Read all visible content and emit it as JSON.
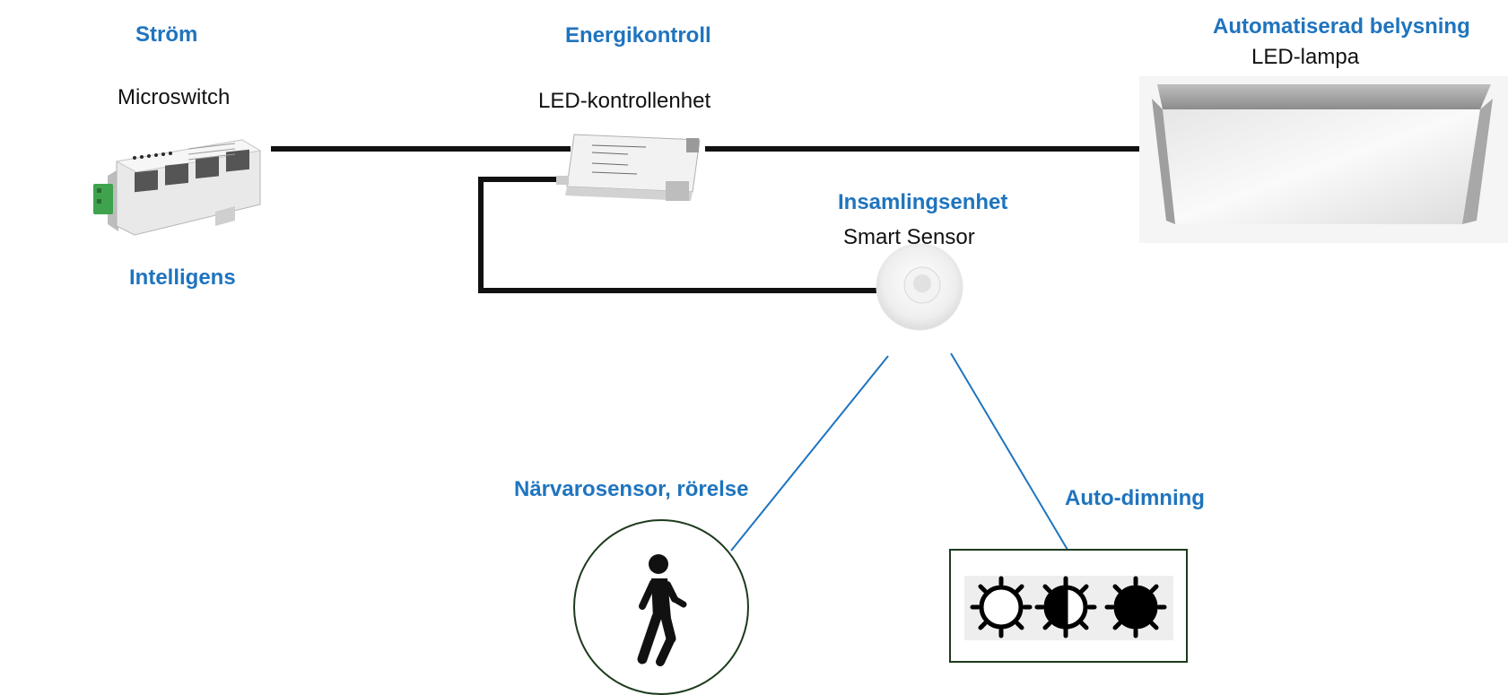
{
  "colors": {
    "accent": "#1f74be",
    "wire": "#111111",
    "sensor_link": "#1f74be",
    "icon_frame": "#1c3a1c"
  },
  "power": {
    "heading": "Ström",
    "device": "Microswitch",
    "subheading": "Intelligens"
  },
  "control": {
    "heading": "Energikontroll",
    "device": "LED-kontrollenhet"
  },
  "lighting": {
    "heading": "Automatiserad belysning",
    "device": "LED-lampa"
  },
  "collector": {
    "heading": "Insamlingsenhet",
    "device": "Smart Sensor"
  },
  "presence": {
    "heading": "Närvarosensor, rörelse",
    "icon": "walking-person-icon"
  },
  "dimming": {
    "heading": "Auto-dimning",
    "icons": [
      "sun-outline-icon",
      "sun-half-icon",
      "sun-filled-icon"
    ]
  }
}
